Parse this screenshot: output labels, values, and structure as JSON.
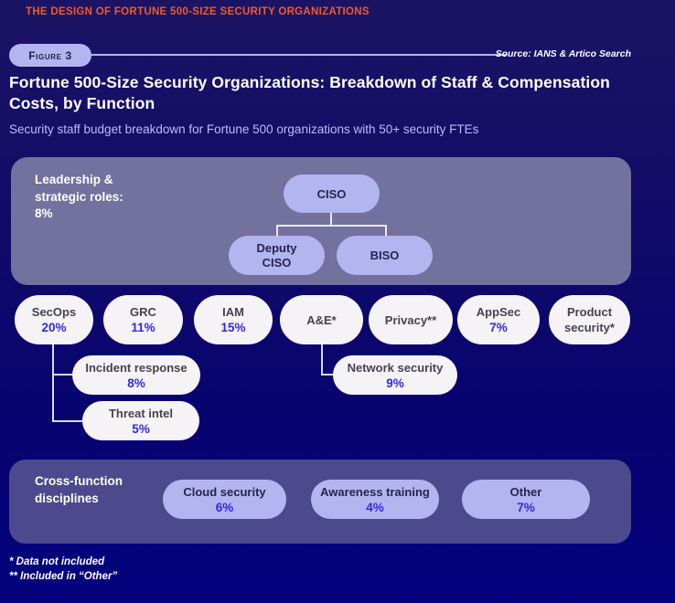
{
  "page": {
    "kicker": "THE DESIGN OF FORTUNE 500-SIZE SECURITY ORGANIZATIONS",
    "figure_label": "Figure 3",
    "source": "Source: IANS & Artico Search",
    "title_lines": [
      "Fortune 500-Size Security Organizations: Breakdown of Staff & Compensation",
      "Costs, by Function"
    ],
    "subtitle": "Security staff budget breakdown for Fortune 500 organizations with 50+ security FTEs",
    "footnote_lines": [
      "* Data not included",
      "** Included in “Other”"
    ]
  },
  "leadership": {
    "label_lines": [
      "Leadership &",
      "strategic roles:",
      "8%"
    ],
    "nodes": {
      "ciso": "CISO",
      "deputy_line1": "Deputy",
      "deputy_line2": "CISO",
      "biso": "BISO"
    }
  },
  "functions": [
    {
      "name": "SecOps",
      "pct": "20%"
    },
    {
      "name": "GRC",
      "pct": "11%"
    },
    {
      "name": "IAM",
      "pct": "15%"
    },
    {
      "name": "A&E*",
      "pct": ""
    },
    {
      "name": "Privacy**",
      "pct": ""
    },
    {
      "name": "AppSec",
      "pct": "7%"
    },
    {
      "name": "Product security*",
      "pct": ""
    }
  ],
  "sub_functions": [
    {
      "name": "Incident response",
      "pct": "8%",
      "parent": "SecOps"
    },
    {
      "name": "Threat intel",
      "pct": "5%",
      "parent": "SecOps"
    },
    {
      "name": "Network security",
      "pct": "9%",
      "parent": "A&E*"
    }
  ],
  "cross_function": {
    "label_lines": [
      "Cross-function",
      "disciplines"
    ],
    "items": [
      {
        "name": "Cloud security",
        "pct": "6%"
      },
      {
        "name": "Awareness training",
        "pct": "4%"
      },
      {
        "name": "Other",
        "pct": "7%"
      }
    ]
  },
  "colors": {
    "background_top": "#1b1464",
    "background_bottom": "#04017e",
    "kicker_orange": "#f15a29",
    "panel_leadership": "#73719d",
    "panel_cross": "#4c4a8c",
    "pill_periwinkle": "#b2b5ef",
    "pill_white": "#f5f3f6",
    "percent_blue": "#2f2ae2",
    "subtitle_lavender": "#b9bdf8",
    "connector": "#eceaf4"
  }
}
